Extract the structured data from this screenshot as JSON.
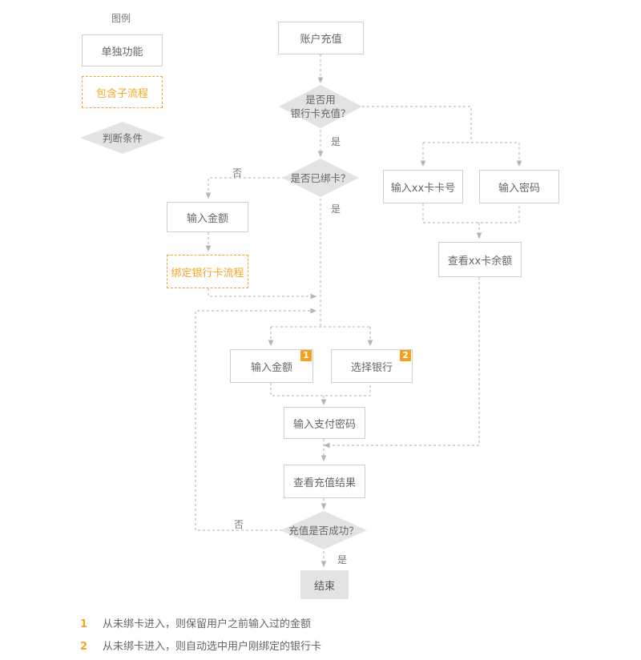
{
  "legend": {
    "title": "图例",
    "single": "单独功能",
    "subprocess": "包含子流程",
    "condition": "判断条件"
  },
  "nodes": {
    "recharge": "账户充值",
    "use_card_q_line1": "是否用",
    "use_card_q_line2": "银行卡充值？",
    "bound_q": "是否已绑卡？",
    "enter_amount_unbound": "输入金额",
    "bind_flow": "绑定银行卡流程",
    "enter_card_no": "输入xx卡卡号",
    "enter_password": "输入密码",
    "view_balance": "查看xx卡余额",
    "enter_amount": "输入金额",
    "select_bank": "选择银行",
    "enter_pay_password": "输入支付密码",
    "view_result": "查看充值结果",
    "success_q": "充值是否成功？",
    "end": "结束"
  },
  "badges": {
    "b1": "1",
    "b2": "2"
  },
  "edge_labels": {
    "yes": "是",
    "no": "否"
  },
  "notes": [
    {
      "num": "1",
      "text": "从未绑卡进入，则保留用户之前输入过的金额"
    },
    {
      "num": "2",
      "text": "从未绑卡进入，则自动选中用户刚绑定的银行卡"
    }
  ],
  "colors": {
    "accent": "#f5a623",
    "line": "#bdbdbd",
    "diamond": "#e3e3e3",
    "end": "#e3e3e3"
  }
}
